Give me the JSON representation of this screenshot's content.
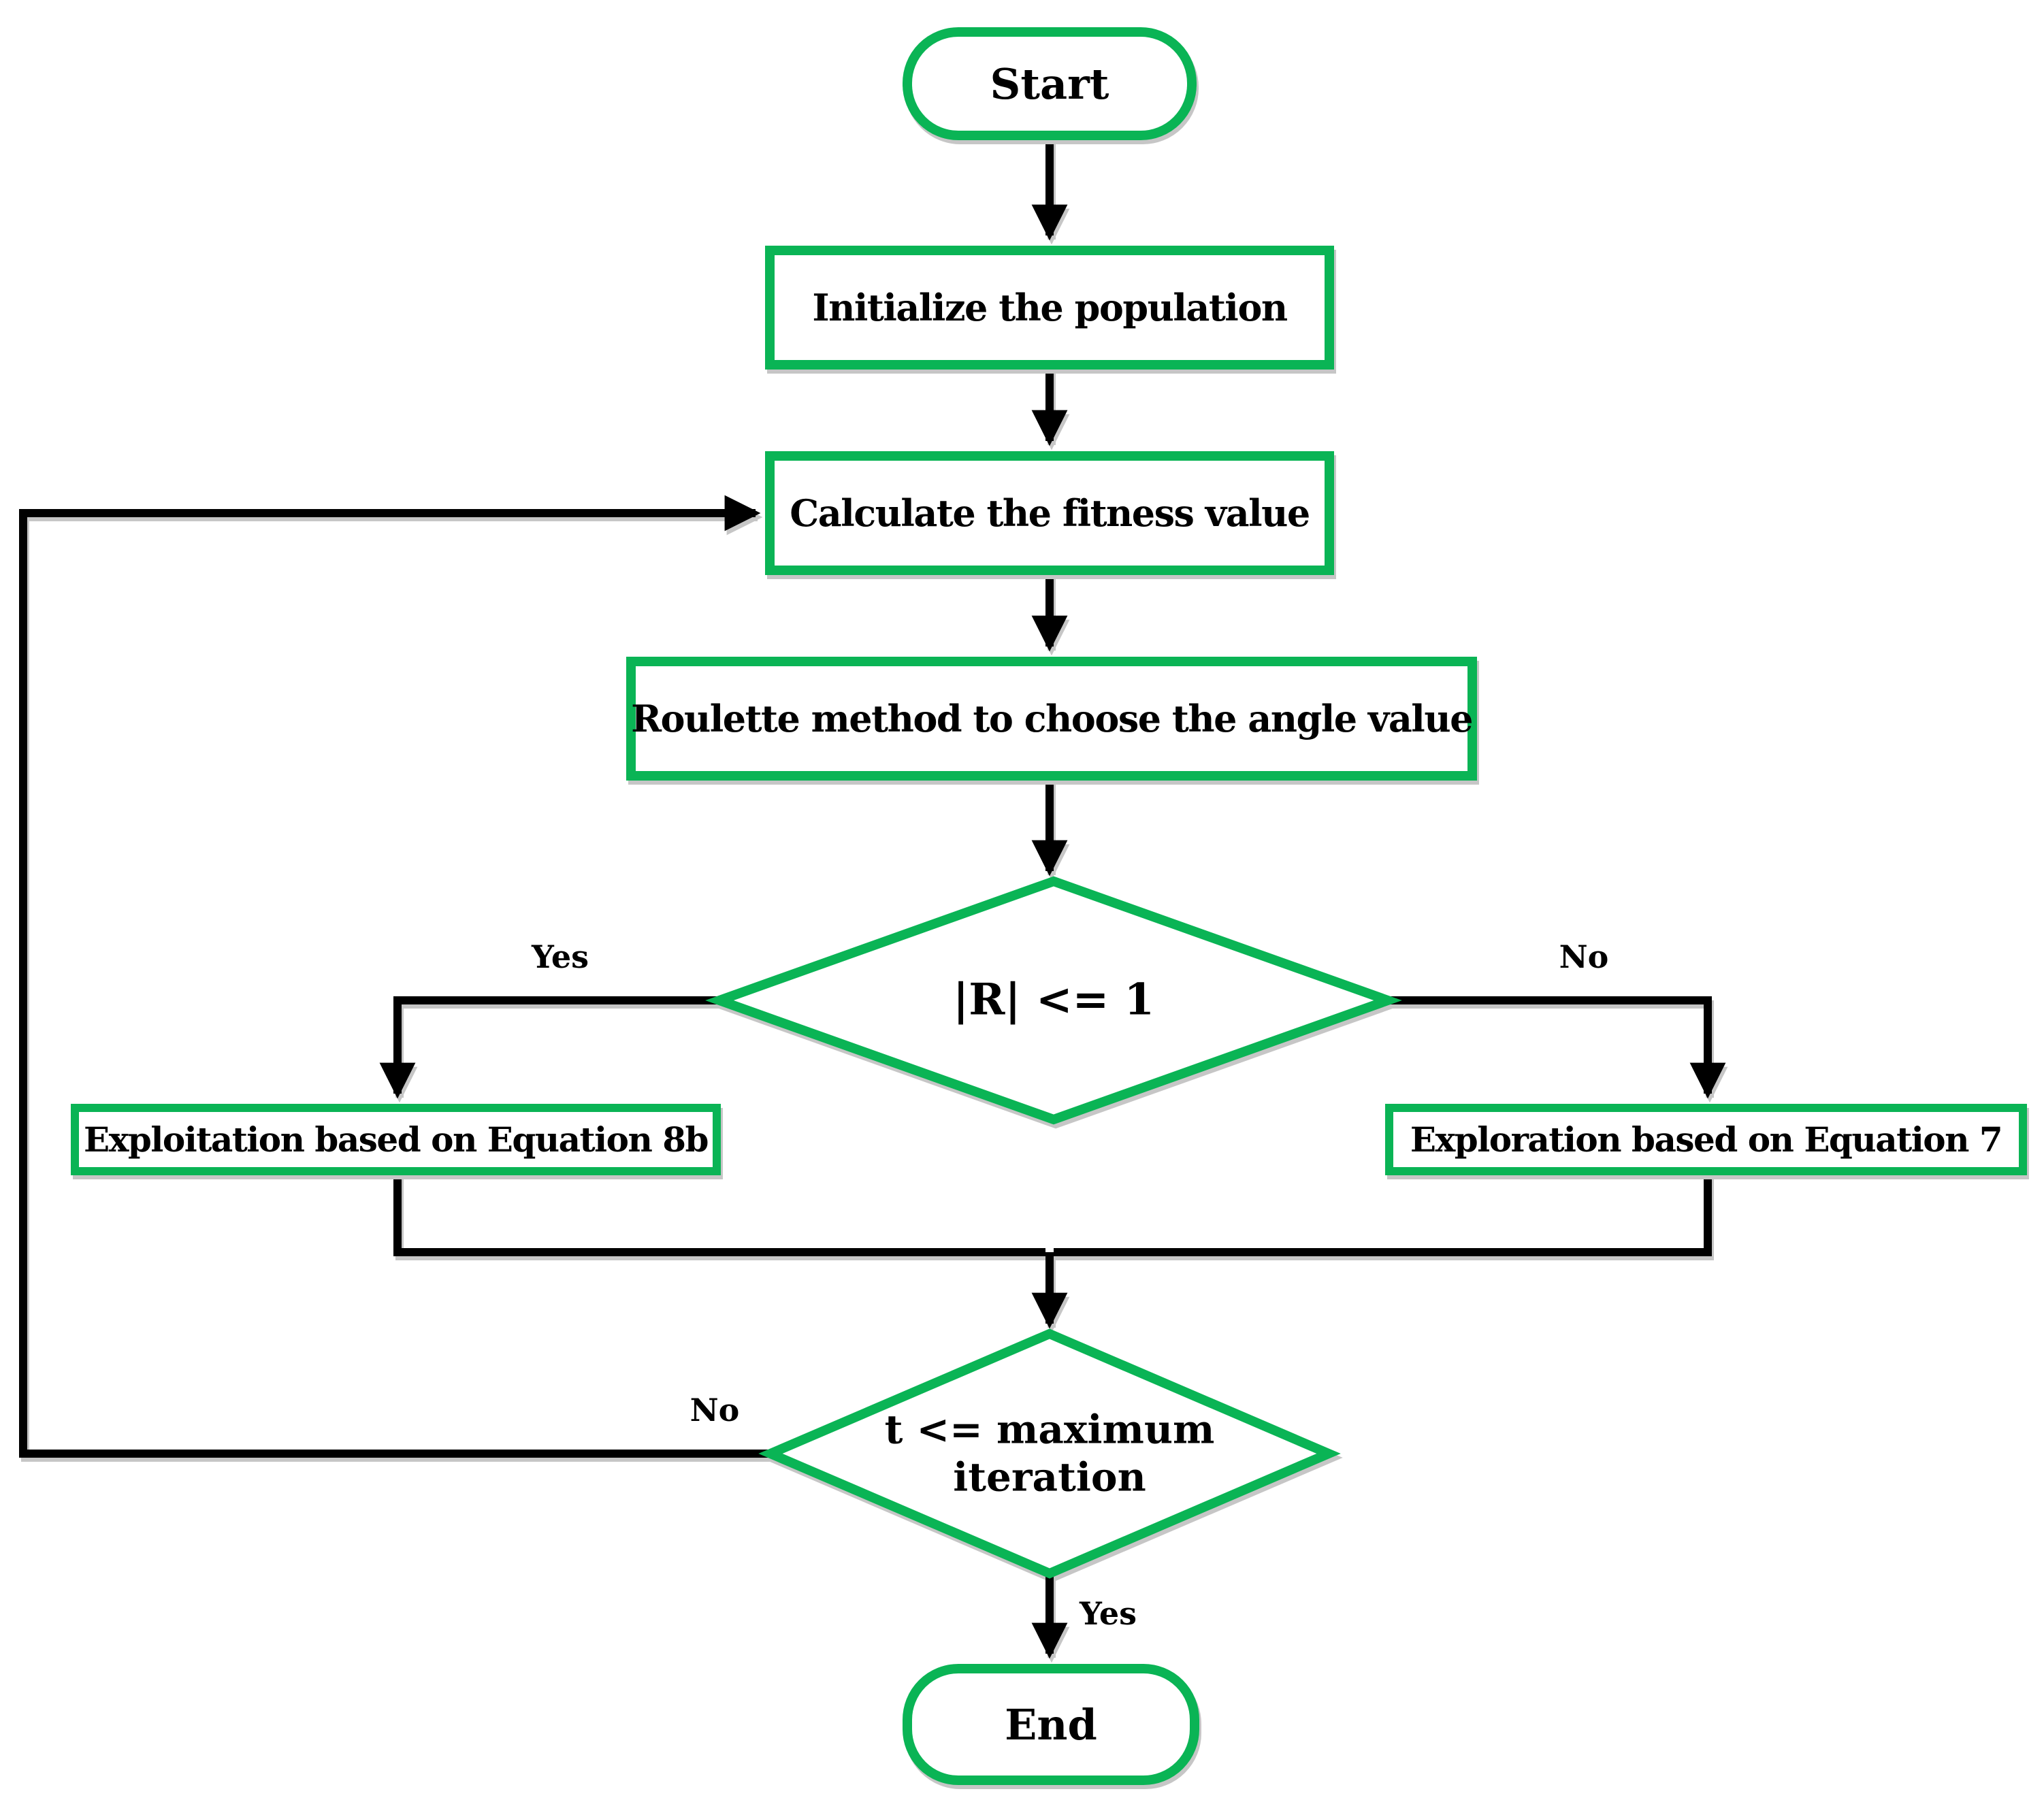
{
  "diagram": {
    "background": "#ffffff",
    "accent_green": "#0AB455",
    "line_color": "#000000",
    "text_color": "#000000"
  },
  "nodes": {
    "start": {
      "type": "terminator",
      "label": "Start"
    },
    "initialize": {
      "type": "process",
      "label": "Initialize the population"
    },
    "fitness": {
      "type": "process",
      "label": "Calculate the fitness value"
    },
    "roulette": {
      "type": "process",
      "label": "Roulette method to choose the angle value"
    },
    "decision_r": {
      "type": "decision",
      "label": "|R| <= 1"
    },
    "exploitation": {
      "type": "process",
      "label": "Exploitation based on Equation 8b"
    },
    "exploration": {
      "type": "process",
      "label": "Exploration based on Equation 7"
    },
    "decision_iteration": {
      "type": "decision",
      "line1": "t <= maximum",
      "line2": "iteration"
    },
    "end": {
      "type": "terminator",
      "label": "End"
    }
  },
  "edge_labels": {
    "r_yes": "Yes",
    "r_no": "No",
    "iteration_no": "No",
    "iteration_yes": "Yes"
  }
}
